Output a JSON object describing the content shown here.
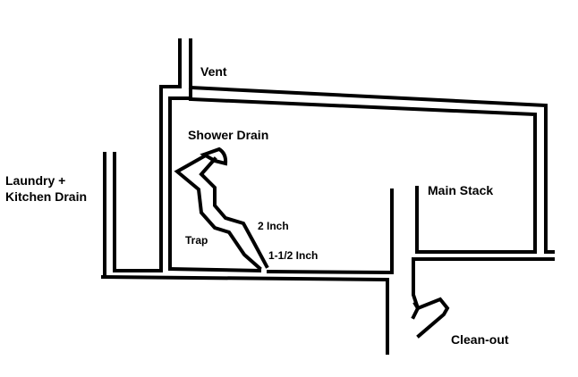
{
  "diagram": {
    "labels": {
      "vent": "Vent",
      "shower_drain": "Shower Drain",
      "laundry_line1": "Laundry +",
      "laundry_line2": "Kitchen Drain",
      "main_stack": "Main Stack",
      "two_inch": "2 Inch",
      "trap": "Trap",
      "one_half_inch": "1-1/2 Inch",
      "clean_out": "Clean-out"
    },
    "colors": {
      "line": "#000000",
      "background": "#ffffff"
    }
  }
}
